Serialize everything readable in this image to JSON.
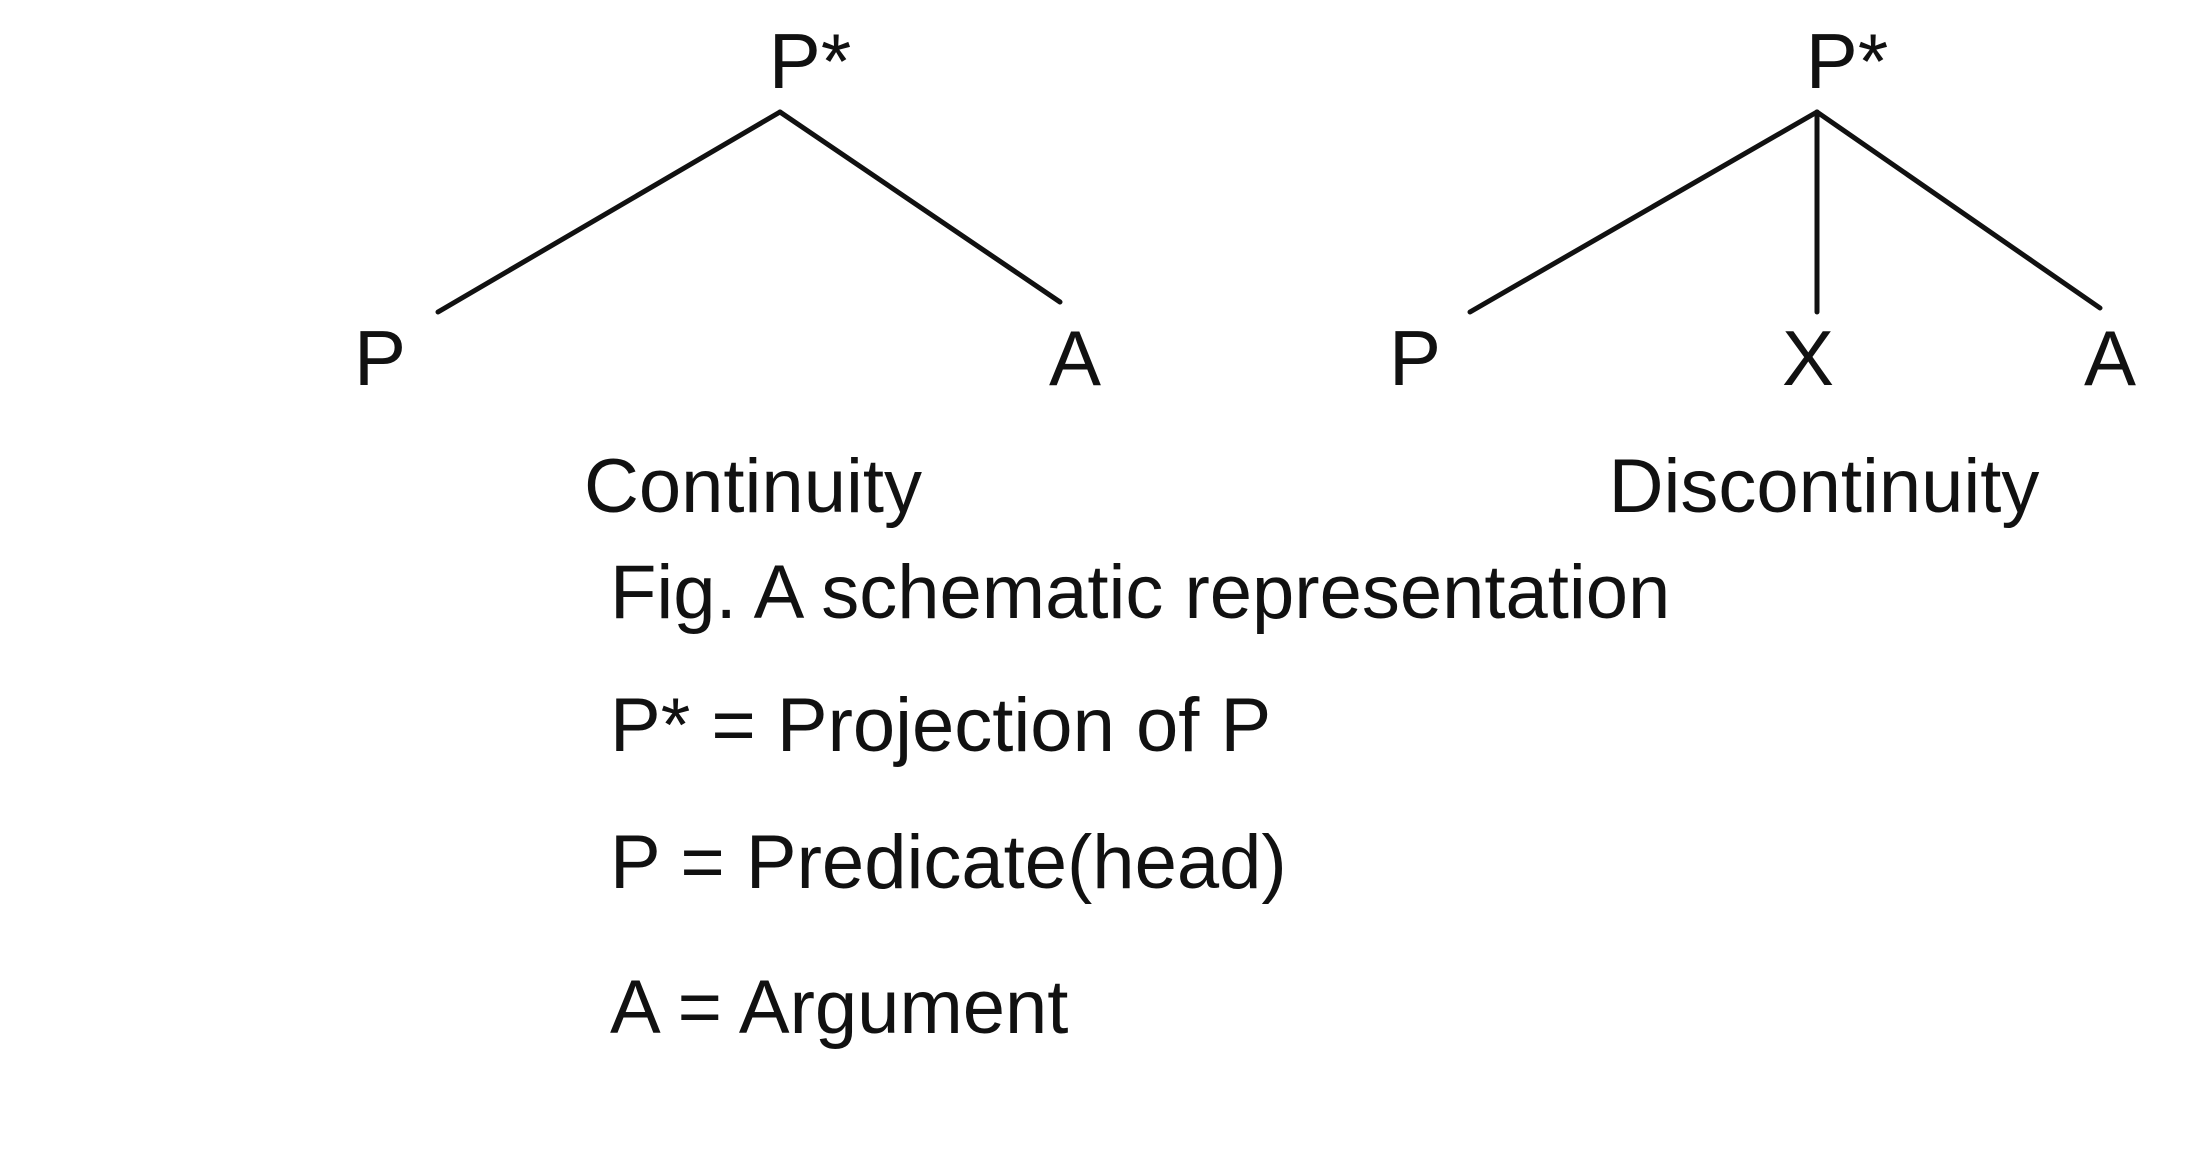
{
  "trees": [
    {
      "root": "P*",
      "children": [
        "P",
        "A"
      ],
      "caption": "Continuity"
    },
    {
      "root": "P*",
      "children": [
        "P",
        "X",
        "A"
      ],
      "caption": "Discontinuity"
    }
  ],
  "figure_caption": "Fig. A schematic representation",
  "legend": [
    "P* = Projection of P",
    "P = Predicate(head)",
    "A = Argument"
  ]
}
